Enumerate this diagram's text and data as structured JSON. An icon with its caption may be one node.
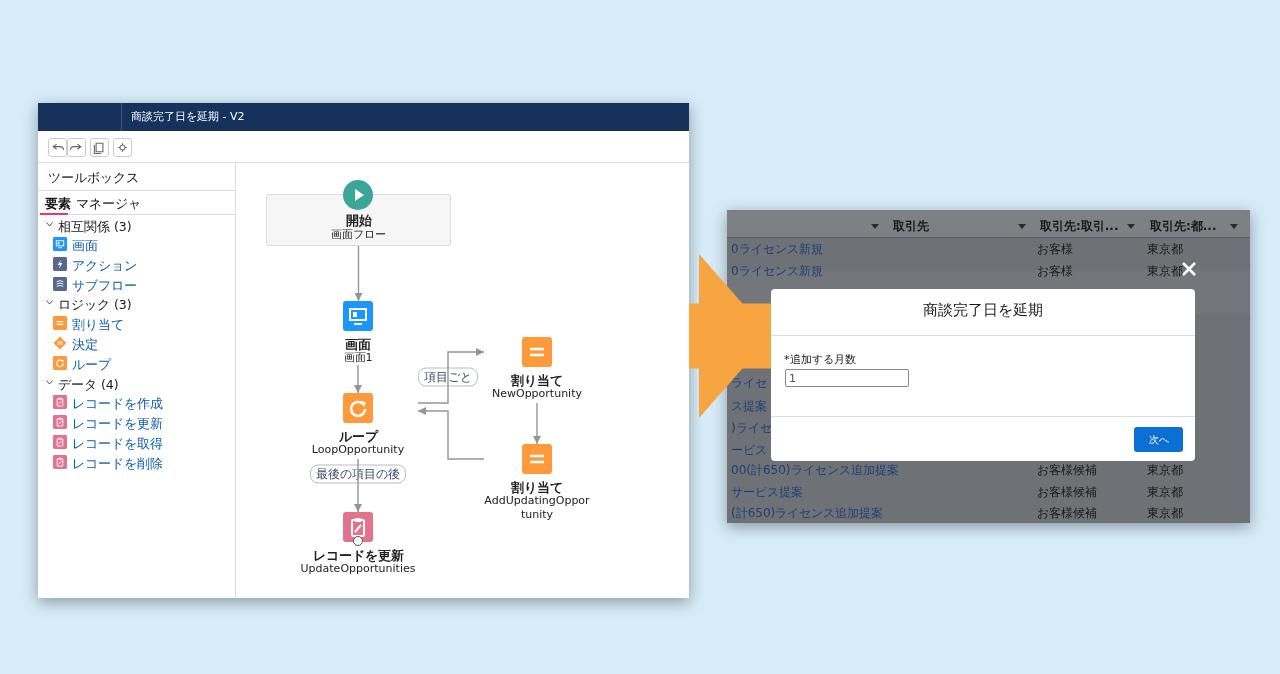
{
  "diagram": {
    "nodes": [
      {
        "text": [
          "商談完了日を延期 - V2"
        ]
      },
      {
        "text": [
          "開始",
          "画面フロー"
        ],
        "in": 0
      },
      {
        "text": [
          "画面",
          "画面1"
        ],
        "in": 0
      },
      {
        "text": [
          "ループ",
          "LoopOpportunity"
        ],
        "in": 0
      },
      {
        "text": [
          "割り当て",
          "NewOpportunity"
        ],
        "in": 0
      },
      {
        "text": [
          "割り当て",
          "AddUpdatingOpportunity"
        ],
        "in": 0
      },
      {
        "text": [
          "レコードを更新",
          "UpdateOpportunities"
        ],
        "in": 0
      },
      {
        "text": [
          "商談完了日を延期"
        ]
      }
    ],
    "edges": [
      {
        "from": 1,
        "to": 2,
        "arrow": "to"
      },
      {
        "from": 2,
        "to": 3,
        "arrow": "to"
      },
      {
        "from": 3,
        "to": 4,
        "arrow": "to",
        "label": "項目ごと"
      },
      {
        "from": 4,
        "to": 5,
        "arrow": "to"
      },
      {
        "from": 5,
        "to": 3,
        "arrow": "to"
      },
      {
        "from": 3,
        "to": 6,
        "arrow": "to",
        "label": "最後の項目の後"
      },
      {
        "from": 0,
        "to": 7,
        "arrow": "to",
        "style": "thick",
        "color": "#f7a541"
      }
    ],
    "labels": [
      "ツールボックス",
      "要素",
      "マネージャ",
      "相互関係 (3)",
      "画面",
      "アクション",
      "サブフロー",
      "ロジック (3)",
      "割り当て",
      "決定",
      "ループ",
      "データ (4)",
      "レコードを作成",
      "レコードを更新",
      "レコードを取得",
      "レコードを削除",
      "取引先",
      "取引先:取引...",
      "取引先:都...",
      "0ライセンス新規",
      "お客様",
      "東京都",
      "0ライセンス新規",
      "お客様",
      "東京都",
      "00(計650)ライセンス追加提案",
      "お客様候補",
      "東京都",
      "サービス提案",
      "お客様候補",
      "東京都",
      "(計650)ライセンス追加提案",
      "お客様候補",
      "東京都",
      "*追加する月数",
      "1",
      "次へ",
      "ライセ",
      "ス提案",
      ")ライセ",
      "ービス"
    ]
  }
}
